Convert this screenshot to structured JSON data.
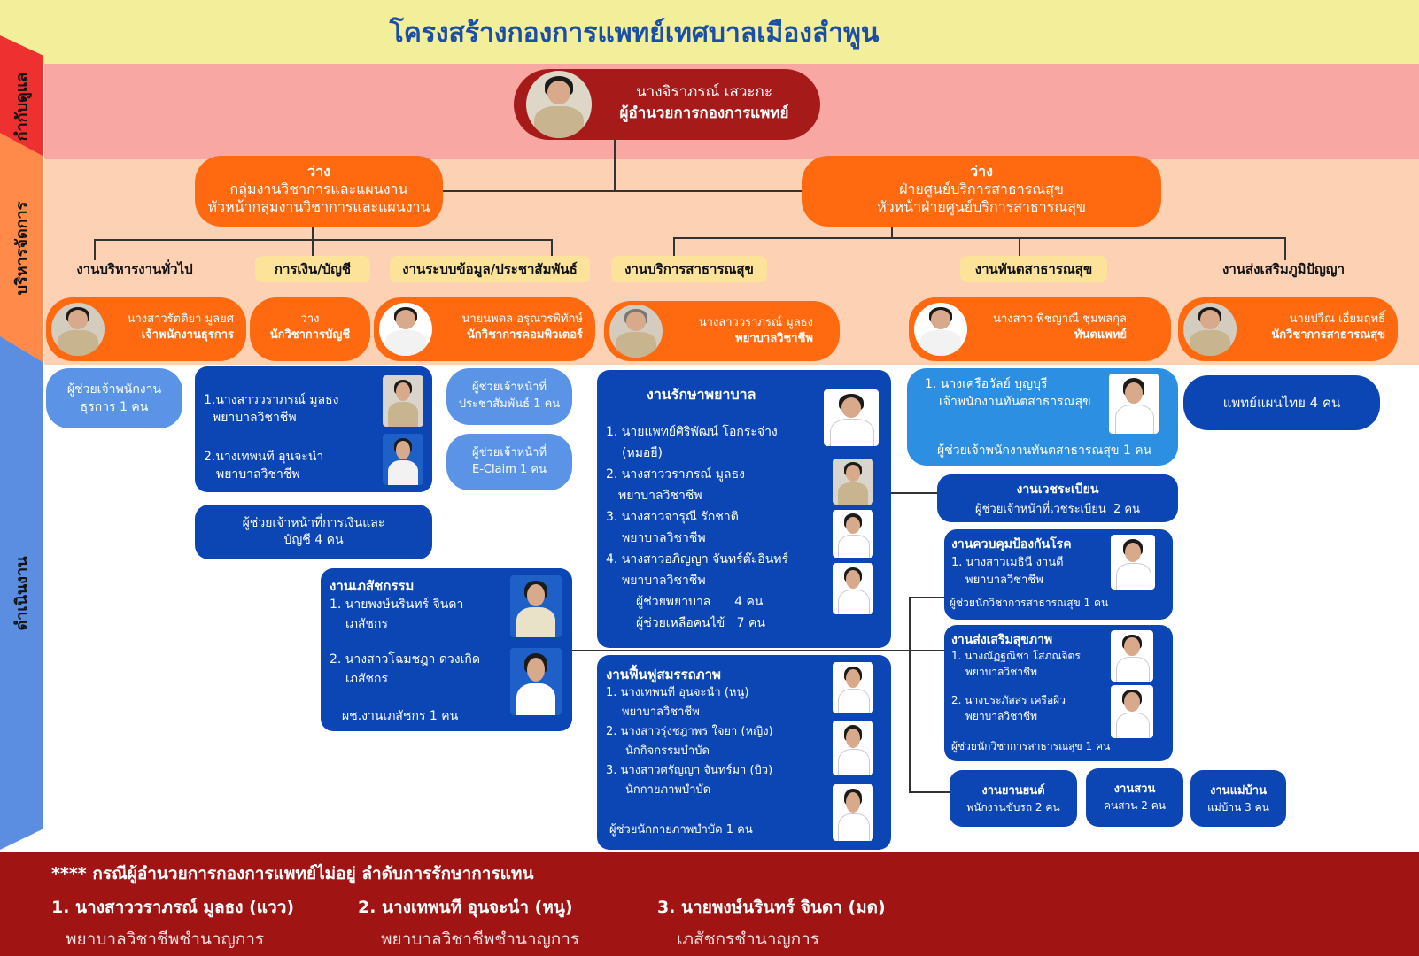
{
  "title": "โครงสร้างกองการแพทย์เทศบาลเมืองลำพูน",
  "sections": {
    "governance": "กำกับดูแล",
    "management": "บริหารจัดการ",
    "operations": "ดำเนินงาน"
  },
  "director": {
    "name": "นางจิราภรณ์ เสวะกะ",
    "position": "ผู้อำนวยการกองการแพทย์"
  },
  "left_group": {
    "status": "ว่าง",
    "name": "กลุ่มงานวิชาการและแผนงาน",
    "position": "หัวหน้ากลุ่มงานวิชาการและแผนงาน"
  },
  "right_group": {
    "status": "ว่าง",
    "name": "ฝ่ายศูนย์บริการสาธารณสุข",
    "position": "หัวหน้าฝ่ายศูนย์บริการสาธารณสุข"
  },
  "units": {
    "general_admin": "งานบริหารงานทั่วไป",
    "finance": "การเงิน/บัญชี",
    "info": "งานระบบข้อมูล/ประชาสัมพันธ์",
    "public_health_service": "งานบริการสาธารณสุข",
    "dental": "งานทันตสาธารณสุข",
    "thai_medicine": "งานส่งเสริมภูมิปัญญา"
  },
  "heads": {
    "general_admin": {
      "name": "นางสาวรัตติยา มูลยศ",
      "position": "เจ้าพนักงานธุรการ"
    },
    "finance": {
      "name": "ว่าง",
      "position": "นักวิชาการบัญชี"
    },
    "info": {
      "name": "นายนพดล อรุณวรพิทักษ์",
      "position": "นักวิชาการคอมพิวเตอร์"
    },
    "public_health_service": {
      "name": "นางสาววราภรณ์ มูลธง",
      "position": "พยาบาลวิชาชีพ"
    },
    "dental": {
      "name": "นางสาว พิชญาณี ชุมพลกุล",
      "position": "ทันตแพทย์"
    },
    "thai_medicine": {
      "name": "นายปวีณ เอี่ยมฤทธิ์",
      "position": "นักวิชาการสาธารณสุข"
    }
  },
  "boxes": {
    "admin_assist": "ผู้ช่วยเจ้าพนักงานธุรการ 1 คน",
    "finance_staff": [
      {
        "name": "1.นางสาววราภรณ์ มูลธง",
        "role": "พยาบาลวิชาชีพ"
      },
      {
        "name": "2.นางเทพนที อุนจะนำ",
        "role": "พยาบาลวิชาชีพ"
      }
    ],
    "finance_assist": "ผู้ช่วยเจ้าหน้าที่การเงินและบัญชี 4 คน",
    "pr_assist": "ผู้ช่วยเจ้าหน้าที่ประชาสัมพันธ์ 1 คน",
    "eclaim_assist": "ผู้ช่วยเจ้าหน้าที่ E-Claim 1 คน",
    "pharmacy": {
      "title": "งานเภสัชกรรม",
      "staff": [
        {
          "name": "1. นายพงษ์นรินทร์ จินดา",
          "role": "เภสัชกร"
        },
        {
          "name": "2. นางสาวโฉมชฎา ดวงเกิด",
          "role": "เภสัชกร"
        }
      ],
      "assist": "ผช.งานเภสัชกร 1 คน"
    },
    "nursing": {
      "title": "งานรักษาพยาบาล",
      "staff": [
        {
          "name": "1. นายแพทย์ศิริพัฒน์ โอกระจ่าง",
          "role": "(หมอยี)"
        },
        {
          "name": "2. นางสาววราภรณ์ มูลธง",
          "role": "พยาบาลวิชาชีพ"
        },
        {
          "name": "3. นางสาวจารุณี รักชาติ",
          "role": "พยาบาลวิชาชีพ"
        },
        {
          "name": "4. นางสาวอภิญญา จันทร์ต๊ะอินทร์",
          "role": "พยาบาลวิชาชีพ"
        }
      ],
      "assist1": "ผู้ช่วยพยาบาล      4 คน",
      "assist2": "ผู้ช่วยเหลือคนไข้   7 คน"
    },
    "rehab": {
      "title": "งานฟื้นฟูสมรรถภาพ",
      "staff": [
        {
          "name": "1. นางเทพนที อุนจะนำ (หนู)",
          "role": "พยาบาลวิชาชีพ"
        },
        {
          "name": "2. นางสาวรุ่งชฎาพร ใจยา (หญิง)",
          "role": "นักกิจกรรมบำบัด"
        },
        {
          "name": "3.  นางสาวศรัญญา จันทร์มา (บิว)",
          "role": "นักกายภาพบำบัด"
        }
      ],
      "assist": "ผู้ช่วยนักกายภาพบำบัด 1 คน"
    },
    "dental_staff": {
      "name": "1. นางเครือวัลย์ บุญบุรี",
      "role": "เจ้าพนักงานทันตสาธารณสุข",
      "assist": "ผู้ช่วยเจ้าพนักงานทันตสาธารณสุข 1 คน"
    },
    "thai_doctor": "แพทย์แผนไทย 4 คน",
    "records": {
      "title": "งานเวชระเบียน",
      "assist": "ผู้ช่วยเจ้าหน้าที่เวชระเบียน  2 คน"
    },
    "disease": {
      "title": "งานควบคุมป้องกันโรค",
      "staff": [
        {
          "name": "1. นางสาวเมธินี งานดี",
          "role": "พยาบาลวิชาชีพ"
        }
      ],
      "assist": "ผู้ช่วยนักวิชาการสาธารณสุข 1 คน"
    },
    "promotion": {
      "title": "งานส่งเสริมสุขภาพ",
      "staff": [
        {
          "name": "1.  นางณัฏฐณิชา โสภณจิตร",
          "role": "พยาบาลวิชาชีพ"
        },
        {
          "name": "2. นางประภัสสร เครือผิว",
          "role": "พยาบาลวิชาชีพ"
        }
      ],
      "assist": "ผู้ช่วยนักวิชาการสาธารณสุข 1 คน"
    },
    "vehicle": {
      "title": "งานยานยนต์",
      "assist": "พนักงานขับรถ 2 คน"
    },
    "garden": {
      "title": "งานสวน",
      "assist": "คนสวน 2 คน"
    },
    "housekeeping": {
      "title": "งานแม่บ้าน",
      "assist": "แม่บ้าน 3 คน"
    }
  },
  "footer": {
    "note": "****  กรณีผู้อำนวยการกองการแพทย์ไม่อยู่ ลำดับการรักษาการแทน",
    "acting": [
      {
        "name": "1. นางสาววราภรณ์ มูลธง (แวว)",
        "role": "พยาบาลวิชาชีพชำนาญการ"
      },
      {
        "name": "2. นางเทพนที อุนจะนำ (หนู)",
        "role": "พยาบาลวิชาชีพชำนาญการ"
      },
      {
        "name": "3. นายพงษ์นรินทร์  จินดา (มด)",
        "role": "เภสัชกรชำนาญการ"
      }
    ]
  }
}
